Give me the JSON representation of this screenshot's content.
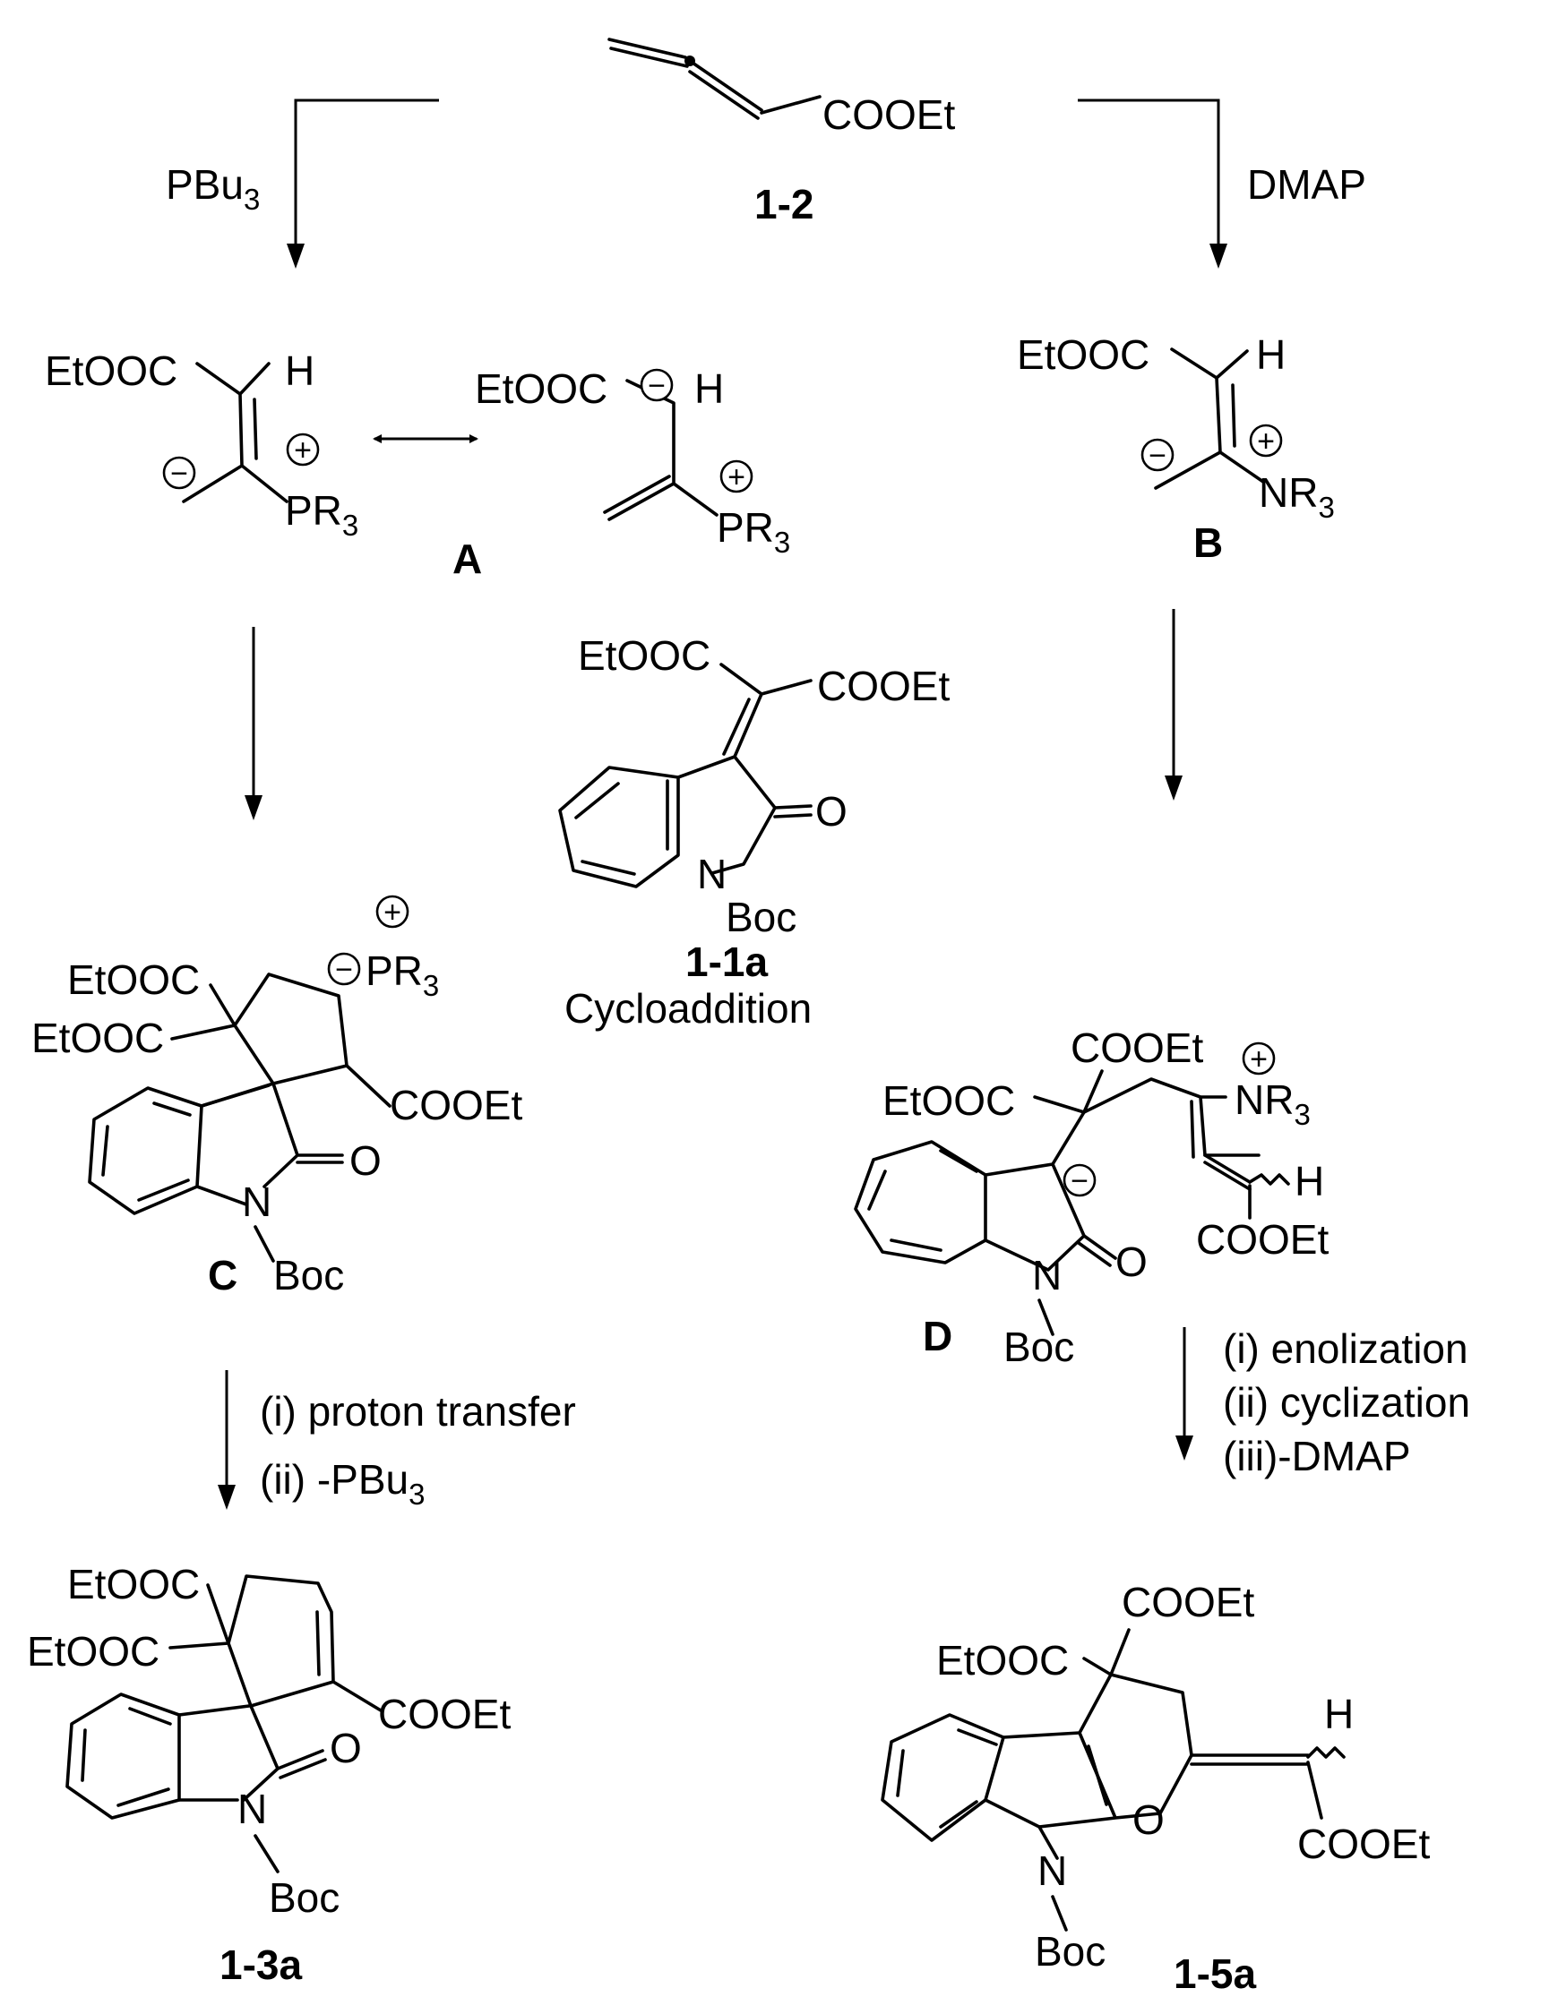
{
  "compounds": {
    "allenoate": {
      "label": "1-2",
      "group": "COOEt"
    },
    "intA": {
      "label": "A",
      "ester": "EtOOC",
      "h": "H",
      "p": "PR",
      "p_sub": "3",
      "res_ester": "EtOOC",
      "res_h": "H",
      "res_p": "PR",
      "res_p_sub": "3"
    },
    "intB": {
      "label": "B",
      "ester": "EtOOC",
      "h": "H",
      "n": "NR",
      "n_sub": "3"
    },
    "isatylidene": {
      "label": "1-1a",
      "ester1": "EtOOC",
      "ester2": "COOEt",
      "o": "O",
      "n": "N",
      "boc": "Boc"
    },
    "intC": {
      "label": "C",
      "ester1": "EtOOC",
      "ester2": "EtOOC",
      "ester3": "COOEt",
      "p": "PR",
      "p_sub": "3",
      "o": "O",
      "n": "N",
      "boc": "Boc"
    },
    "intD": {
      "label": "D",
      "ester1": "EtOOC",
      "ester2": "COOEt",
      "ester3": "COOEt",
      "n_plus": "NR",
      "n_sub": "3",
      "h": "H",
      "o": "O",
      "n": "N",
      "boc": "Boc"
    },
    "prod3": {
      "label": "1-3a",
      "ester1": "EtOOC",
      "ester2": "EtOOC",
      "ester3": "COOEt",
      "o": "O",
      "n": "N",
      "boc": "Boc"
    },
    "prod5": {
      "label": "1-5a",
      "ester1": "EtOOC",
      "ester2": "COOEt",
      "ester3": "COOEt",
      "h": "H",
      "o": "O",
      "n": "N",
      "boc": "Boc"
    }
  },
  "conditions": {
    "left_reagent": "PBu",
    "left_reagent_sub": "3",
    "right_reagent": "DMAP",
    "middle": "Cycloaddition",
    "left_step1": "(i) proton transfer",
    "left_step2": "(ii) -PBu",
    "left_step2_sub": "3",
    "right_step1": "(i) enolization",
    "right_step2": "(ii) cyclization",
    "right_step3": "(iii)-DMAP"
  },
  "charges": {
    "plus": "+",
    "minus": "−"
  }
}
